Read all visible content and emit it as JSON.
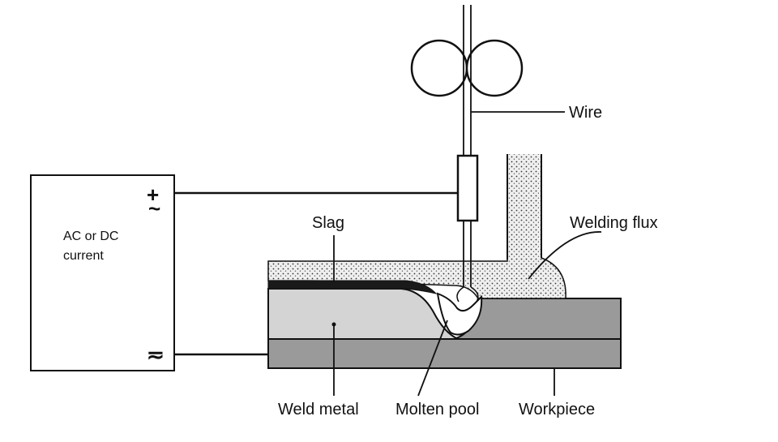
{
  "source": {
    "line1": "AC or DC",
    "line2": "current",
    "positive_symbol": "+",
    "positive_ac_symbol": "~",
    "negative_symbol": "≂"
  },
  "labels": {
    "wire": "Wire",
    "welding_flux": "Welding flux",
    "slag": "Slag",
    "weld_metal": "Weld metal",
    "molten_pool": "Molten pool",
    "workpiece": "Workpiece"
  },
  "colors": {
    "outline": "#111111",
    "workpiece_fill": "#9a9a9a",
    "weld_metal_fill": "#d4d4d4",
    "slag_fill": "#1a1a1a",
    "flux_fill": "#ececec",
    "pool_fill": "#ffffff"
  }
}
